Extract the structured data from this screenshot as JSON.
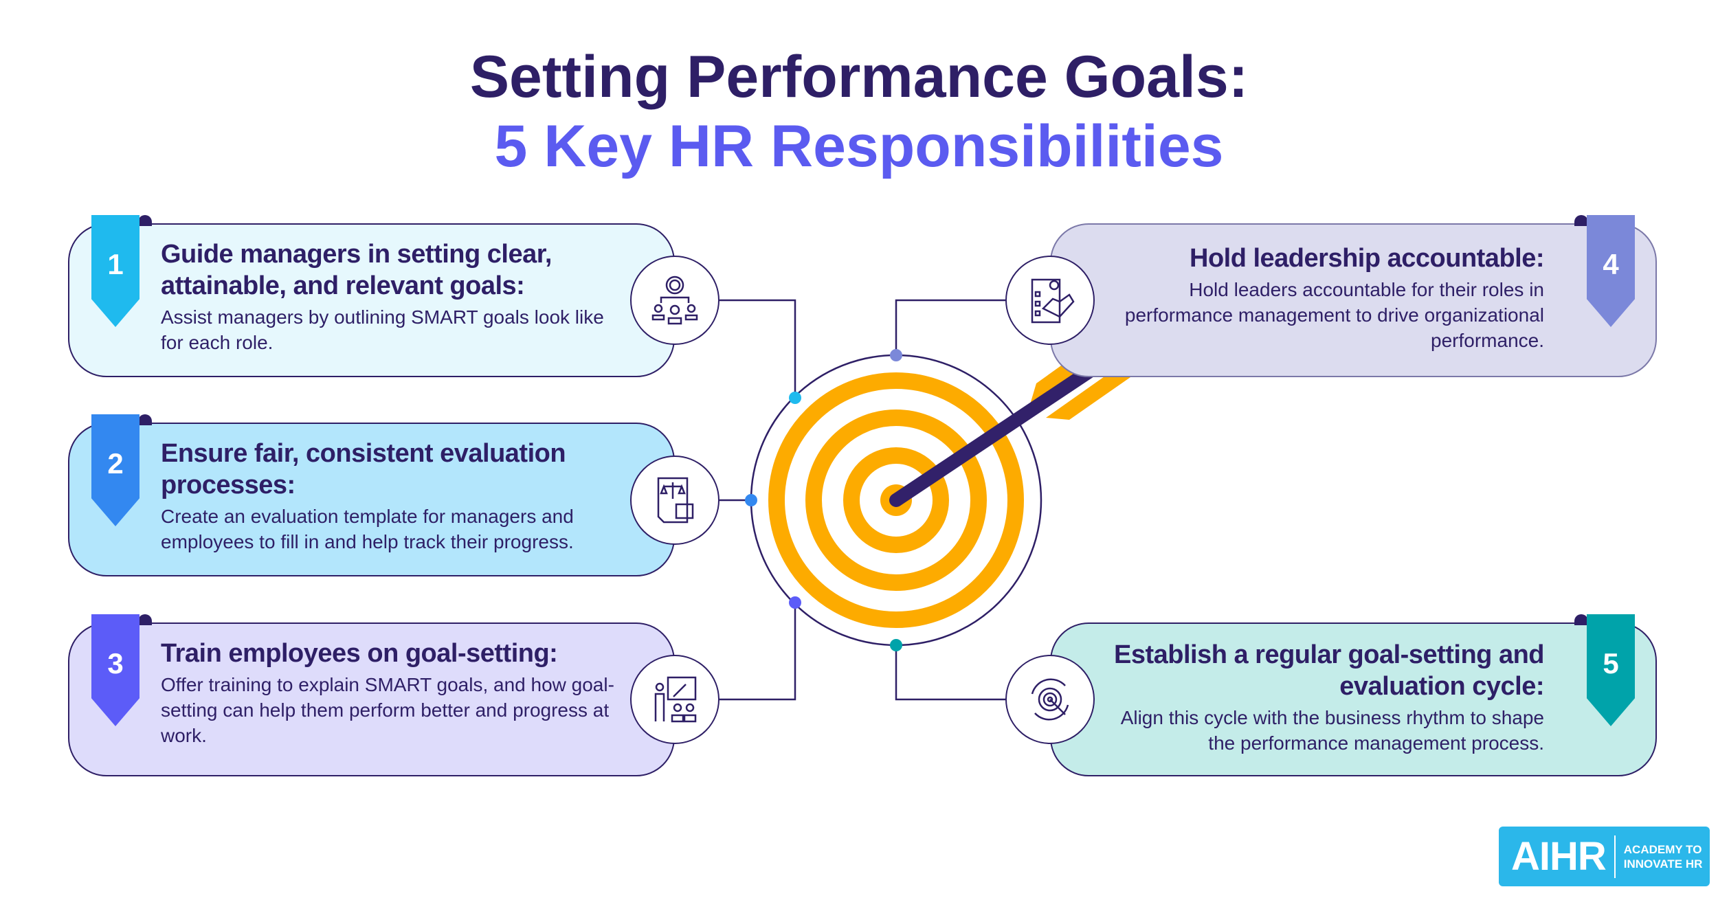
{
  "title": {
    "line1": "Setting Performance Goals:",
    "line2": "5 Key HR Responsibilities"
  },
  "colors": {
    "navy": "#2e1f66",
    "accent_blue": "#5b5bf0",
    "target_orange": "#fdab00"
  },
  "items": [
    {
      "number": "1",
      "heading": "Guide managers in setting clear, attainable, and relevant goals:",
      "body": "Assist managers by outlining SMART goals look like for each role.",
      "icon": "manager-team-target-icon",
      "card_color": "#e6f8fd",
      "ribbon_color": "#1fbaee"
    },
    {
      "number": "2",
      "heading": "Ensure fair, consistent evaluation processes:",
      "body": "Create an evaluation template for managers and employees to fill in and help track their progress.",
      "icon": "scales-document-icon",
      "card_color": "#b3e6fc",
      "ribbon_color": "#3388f0"
    },
    {
      "number": "3",
      "heading": "Train employees on goal-setting:",
      "body": "Offer training to explain SMART goals, and how goal-setting can help them perform better and progress at work.",
      "icon": "training-presentation-icon",
      "card_color": "#dedcfb",
      "ribbon_color": "#5c5cf8"
    },
    {
      "number": "4",
      "heading": "Hold leadership accountable:",
      "body": "Hold leaders accountable for their roles in performance management to drive organizational performance.",
      "icon": "handshake-checklist-icon",
      "card_color": "#dcdcef",
      "ribbon_color": "#7b88d9"
    },
    {
      "number": "5",
      "heading": "Establish a regular goal-setting and evaluation cycle:",
      "body": "Align this cycle with the business rhythm to shape the performance management process.",
      "icon": "target-cycle-icon",
      "card_color": "#c4ece9",
      "ribbon_color": "#00a3aa"
    }
  ],
  "logo": {
    "brand": "AIHR",
    "tagline_line1": "ACADEMY TO",
    "tagline_line2": "INNOVATE HR",
    "color": "#2bb7ea"
  }
}
